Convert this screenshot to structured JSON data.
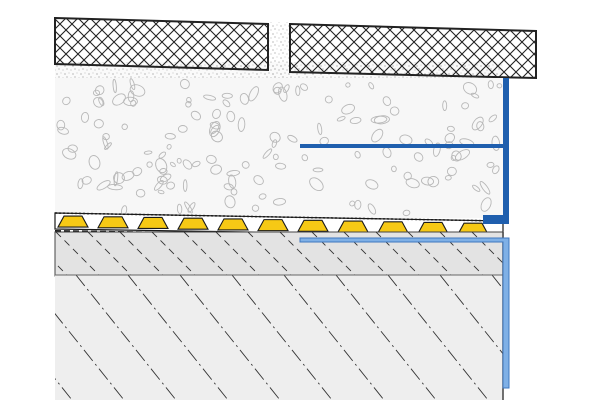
{
  "diagram": {
    "layers": [
      "tile-layer",
      "adhesive-bed",
      "screed-layer",
      "uncoupling-membrane",
      "subfloor-layer",
      "concrete-slab"
    ],
    "tile_count": 2,
    "colors": {
      "tile_hatch": "#222222",
      "tile_fill": "#ffffff",
      "screed_fill": "#f7f7f7",
      "aggregate_stroke": "#b8b8b8",
      "membrane_yellow": "#f6c915",
      "membrane_outline": "#1a1a1a",
      "profile_dark_blue": "#1f5fae",
      "profile_light_blue": "#7fb0e6",
      "subfloor_fill": "#e3e3e3",
      "slab_fill": "#eeeeee",
      "dash_stroke": "#333333"
    }
  }
}
